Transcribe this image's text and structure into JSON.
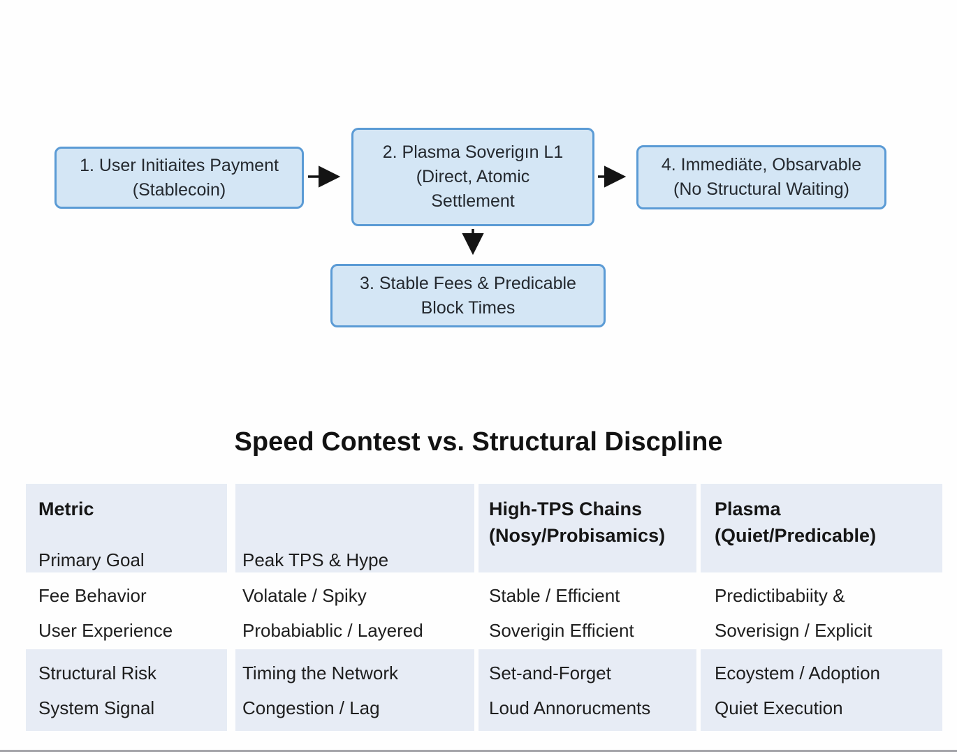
{
  "colors": {
    "box_fill": "#d4e6f5",
    "box_border": "#5b9bd5",
    "band_bg": "#e7ecf5",
    "arrow": "#141414",
    "text": "#1e1e1e"
  },
  "flowchart": {
    "boxes": [
      {
        "name": "user-initiates-payment",
        "lines": [
          "1. User Initiaites Payment",
          "(Stablecoin)"
        ]
      },
      {
        "name": "plasma-sovereign-l1",
        "lines": [
          "2. Plasma Soverigın L1",
          "(Direct, Atomic",
          "Settlement"
        ]
      },
      {
        "name": "immediate-observable",
        "lines": [
          "4. Immediäte, Obsarvable",
          "(No Structural Waiting)"
        ]
      },
      {
        "name": "stable-fees",
        "lines": [
          "3. Stable Fees & Predicable",
          "Block Times"
        ]
      }
    ]
  },
  "section_title": "Speed Contest vs. Structural Discpline",
  "table": {
    "columns": [
      {
        "header_lines": [
          "Metric",
          ""
        ]
      },
      {
        "header_lines": [
          "",
          ""
        ]
      },
      {
        "header_lines": [
          "High-TPS Chains",
          "(Nosy/Probisamics)"
        ]
      },
      {
        "header_lines": [
          "Plasma",
          "(Quiet/Predicable)"
        ]
      }
    ],
    "rows": [
      {
        "cells": [
          "Primary Goal",
          "Peak TPS & Hype",
          "",
          ""
        ]
      },
      {
        "cells": [
          "Fee Behavior",
          "Volatale / Spiky",
          "Stable / Efficient",
          "Predictibabiity &"
        ]
      },
      {
        "cells": [
          "User Experience",
          "Probabiablic / Layered",
          "Soverigin Efficient",
          "Soverisign / Explicit"
        ]
      },
      {
        "cells": [
          "Structural Risk",
          "Timing the Network",
          "Set-and-Forget",
          "Ecoystem / Adoption"
        ]
      },
      {
        "cells": [
          "System Signal",
          "Congestion / Lag",
          "Loud Annorucments",
          "Quiet Execution"
        ]
      }
    ]
  }
}
